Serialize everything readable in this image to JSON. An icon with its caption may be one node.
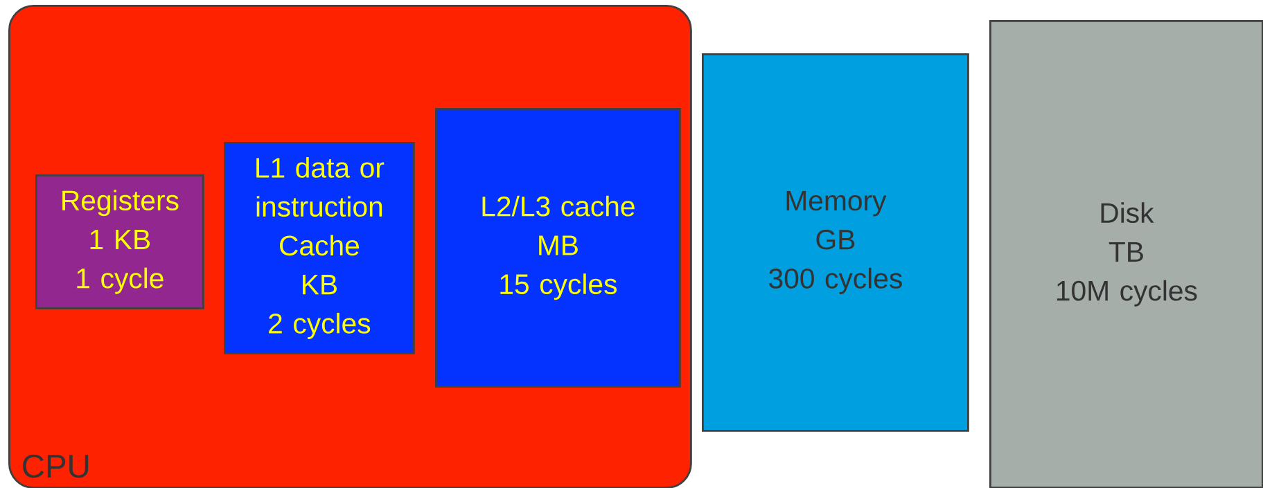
{
  "diagram": {
    "nodes": [
      {
        "text": [
          "CPU"
        ]
      },
      {
        "text": [
          "Registers",
          "1 KB",
          "1 cycle"
        ],
        "in": 0
      },
      {
        "text": [
          "L1 data or instruction Cache",
          "KB",
          "2 cycles"
        ],
        "in": 0
      },
      {
        "text": [
          "L2/L3 cache",
          "MB",
          "15 cycles"
        ],
        "in": 0
      },
      {
        "text": [
          "Memory",
          "GB",
          "300 cycles"
        ]
      },
      {
        "text": [
          "Disk",
          "TB",
          "10M cycles"
        ]
      }
    ]
  }
}
